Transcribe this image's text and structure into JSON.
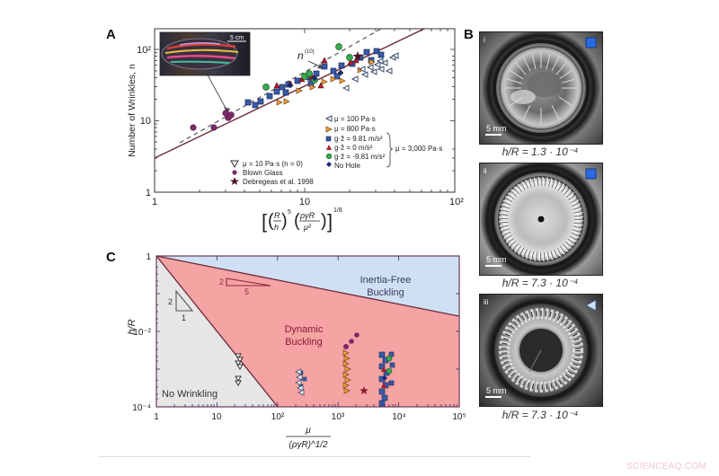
{
  "figure": {
    "panels": [
      "A",
      "B",
      "C"
    ],
    "watermark": "SCIENCEAQ.COM"
  },
  "panel_a": {
    "letter": "A",
    "ylabel": "Number of Wrinkles, n",
    "xlabel": "[(R/h)^5 (ργR/μ²)]^1/8",
    "xlabel_parts": {
      "r": "R",
      "h": "h",
      "exp5": "5",
      "num": "ργR",
      "den": "μ²",
      "outer_exp": "1/8"
    },
    "x_ticks": [
      "1",
      "10",
      "10²"
    ],
    "y_ticks": [
      "1",
      "10",
      "10²"
    ],
    "annotation_n10": "n",
    "annotation_n10_sup": "(10)",
    "inset_scale": "5 cm",
    "legend_left": [
      {
        "symbol": "triangle-down-open",
        "label": "μ = 10 Pa·s (n = 0)"
      },
      {
        "symbol": "flower-purple",
        "label": "Blown Glass"
      },
      {
        "symbol": "star-dark",
        "label": "Debregeas et al. 1998"
      }
    ],
    "legend_right": [
      {
        "symbol": "triangle-left-open",
        "label": "μ = 100 Pa·s"
      },
      {
        "symbol": "triangle-right-orange",
        "label": "μ = 800 Pa·s"
      },
      {
        "symbol": "square-blue",
        "label": "g·ẑ = 9.81 m/s²"
      },
      {
        "symbol": "triangle-up-red",
        "label": "g·ẑ = 0 m/s²"
      },
      {
        "symbol": "circle-green",
        "label": "g·ẑ = -9.81 m/s²"
      },
      {
        "symbol": "diamond-navy",
        "label": "No Hole"
      }
    ],
    "brace_label": "μ = 3,000 Pa·s"
  },
  "panel_b": {
    "letter": "B",
    "images": [
      {
        "roman": "i",
        "scale": "5 mm",
        "caption": "h/R = 1.3 · 10⁻⁴",
        "marker": "square-blue"
      },
      {
        "roman": "ii",
        "scale": "5 mm",
        "caption": "h/R = 7.3 · 10⁻⁴",
        "marker": "square-blue"
      },
      {
        "roman": "iii",
        "scale": "5 mm",
        "caption": "h/R = 7.3 · 10⁻⁴",
        "marker": "triangle-left-open"
      }
    ]
  },
  "panel_c": {
    "letter": "C",
    "ylabel": "h/R",
    "xlabel_num": "μ",
    "xlabel_den": "(ργR)^1/2",
    "x_ticks": [
      "1",
      "10",
      "10²",
      "10³",
      "10⁴",
      "10⁵"
    ],
    "y_ticks": [
      "1",
      "10⁻²",
      "10⁻⁴"
    ],
    "regions": [
      {
        "name": "Inertia-Free Buckling",
        "line1": "Inertia-Free",
        "line2": "Buckling",
        "color": "#cfe0f4"
      },
      {
        "name": "Dynamic Buckling",
        "line1": "Dynamic",
        "line2": "Buckling",
        "color": "#f5a3a3"
      },
      {
        "name": "No Wrinkling",
        "line1": "No Wrinkling",
        "color": "#e6e6e6"
      }
    ],
    "slope_triangles": [
      {
        "rise": "2",
        "run": "5"
      },
      {
        "rise": "2",
        "run": "1"
      }
    ]
  },
  "chart_data": [
    {
      "type": "scatter",
      "title": "A",
      "xlabel": "[(R/h)^5 (ργR/μ²)]^(1/8)",
      "ylabel": "Number of Wrinkles, n",
      "xscale": "log",
      "yscale": "log",
      "xlim": [
        1,
        100
      ],
      "ylim": [
        1,
        195
      ],
      "lines": [
        {
          "name": "fit (solid)",
          "x": [
            1,
            62
          ],
          "y": [
            3,
            195
          ],
          "style": "solid"
        },
        {
          "name": "n^(10) (dashed)",
          "x": [
            1.5,
            32
          ],
          "y": [
            5,
            195
          ],
          "style": "dashed"
        }
      ],
      "series": [
        {
          "name": "Blown Glass",
          "marker": "flower",
          "color": "#7a2a6a",
          "x": [
            1.8,
            2.5,
            3.1,
            3.2,
            3.0
          ],
          "y": [
            8,
            8,
            11,
            12,
            13
          ]
        },
        {
          "name": "Debregeas et al. 1998",
          "marker": "star",
          "color": "#4a1020",
          "x": [
            23
          ],
          "y": [
            87
          ]
        },
        {
          "name": "μ = 100 Pa·s",
          "marker": "triangle-left-open",
          "color": "#ffffff",
          "x": [
            19,
            22,
            25,
            27,
            30,
            32,
            34,
            36,
            38,
            40,
            24,
            28,
            31
          ],
          "y": [
            29,
            38,
            42,
            55,
            58,
            52,
            60,
            50,
            68,
            72,
            48,
            45,
            62
          ]
        },
        {
          "name": "μ = 800 Pa·s",
          "marker": "triangle-right",
          "color": "#f0a040",
          "x": [
            7,
            8,
            9,
            11,
            13,
            15,
            17,
            22,
            27
          ],
          "y": [
            17,
            18,
            27,
            30,
            36,
            40,
            38,
            52,
            70
          ]
        },
        {
          "name": "g·ẑ = 9.81 m/s²",
          "marker": "square",
          "color": "#3a5aa8",
          "x": [
            4.2,
            4.7,
            5.2,
            6.1,
            6.8,
            7.4,
            8.2,
            9.3,
            11,
            12.5,
            14,
            16,
            18,
            21,
            24,
            26,
            28,
            30,
            32
          ],
          "y": [
            17,
            16,
            19,
            22,
            25,
            30,
            33,
            36,
            40,
            45,
            55,
            48,
            57,
            60,
            75,
            90,
            70,
            95,
            80
          ]
        },
        {
          "name": "g·ẑ = 0 m/s²",
          "marker": "triangle-up",
          "color": "#b01a2a",
          "x": [
            6.5,
            8.5,
            10.5,
            12.5,
            14.5,
            15,
            20,
            22
          ],
          "y": [
            22,
            28,
            32,
            38,
            30,
            70,
            62,
            64
          ]
        },
        {
          "name": "g·ẑ = -9.81 m/s²",
          "marker": "circle",
          "color": "#3aa850",
          "x": [
            5.5,
            10,
            11,
            12,
            17,
            20
          ],
          "y": [
            32,
            42,
            45,
            38,
            85,
            60
          ]
        },
        {
          "name": "No Hole",
          "marker": "diamond",
          "color": "#1a2a70",
          "x": [
            9,
            13,
            19
          ],
          "y": [
            34,
            43,
            50
          ]
        }
      ]
    },
    {
      "type": "scatter",
      "title": "C",
      "xlabel": "μ/(ργR)^(1/2)",
      "ylabel": "h/R",
      "xscale": "log",
      "yscale": "log",
      "xlim": [
        1,
        100000
      ],
      "ylim": [
        0.0001,
        1
      ],
      "boundaries": [
        {
          "name": "inertia-free / dynamic",
          "x": [
            1,
            100000
          ],
          "y": [
            1,
            0.01
          ],
          "slope": "-2/5"
        },
        {
          "name": "dynamic / no wrinkling",
          "x": [
            1,
            100
          ],
          "y": [
            1,
            0.0001
          ],
          "slope": "-2"
        }
      ],
      "series": [
        {
          "name": "μ = 10 Pa·s",
          "marker": "triangle-down-open",
          "x": [
            24,
            24,
            25,
            23,
            24,
            23
          ],
          "y": [
            0.0055,
            0.0042,
            0.0035,
            0.003,
            0.0022,
            0.0018
          ]
        },
        {
          "name": "μ = 100 Pa·s",
          "marker": "triangle-left-open",
          "x": [
            250,
            260,
            270,
            255,
            265
          ],
          "y": [
            0.0026,
            0.0022,
            0.002,
            0.0018,
            0.0016
          ]
        },
        {
          "name": "μ = 800 Pa·s",
          "marker": "triangle-right",
          "x": [
            1300,
            1350,
            1400,
            1350,
            1300
          ],
          "y": [
            0.0052,
            0.004,
            0.003,
            0.0022,
            0.0016
          ]
        },
        {
          "name": "Blown Glass",
          "marker": "flower",
          "x": [
            1300,
            1600,
            2100
          ],
          "y": [
            0.0065,
            0.0075,
            0.0095
          ]
        },
        {
          "name": "Debregeas et al. 1998",
          "marker": "star",
          "x": [
            2600
          ],
          "y": [
            0.0016
          ]
        },
        {
          "name": "μ = 3,000 Pa·s (all)",
          "marker": "square/circle/triangle/diamond",
          "x": [
            5500,
            5500,
            5600,
            5800,
            6200,
            7500,
            5500,
            5600
          ],
          "y": [
            0.0054,
            0.004,
            0.003,
            0.0022,
            0.0035,
            0.005,
            0.0014,
            0.00011
          ]
        }
      ]
    }
  ]
}
